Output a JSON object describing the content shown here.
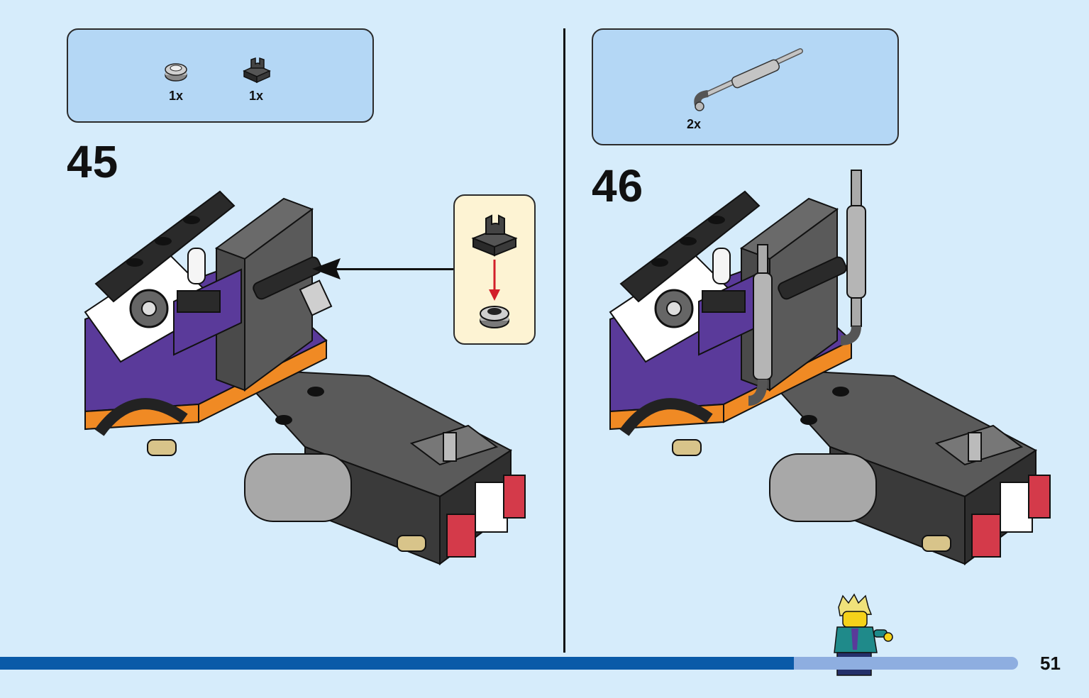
{
  "steps": [
    {
      "number": "45",
      "parts": [
        {
          "icon": "round-plate-1x1-icon",
          "qty": "1x"
        },
        {
          "icon": "clip-plate-1x1-icon",
          "qty": "1x"
        }
      ]
    },
    {
      "number": "46",
      "parts": [
        {
          "icon": "exhaust-pipe-icon",
          "qty": "2x"
        }
      ]
    }
  ],
  "page": {
    "number": "51",
    "progress_fraction": 0.78
  },
  "colors": {
    "background": "#d6ecfb",
    "parts_box": "#b4d7f5",
    "callout": "#fdf3d3",
    "bar": "#0a5aa8",
    "track": "#8eaee0",
    "purple": "#5a3a9a",
    "orange": "#f08a24",
    "dark_gray": "#4a4a4a",
    "black": "#1f1f1f"
  }
}
